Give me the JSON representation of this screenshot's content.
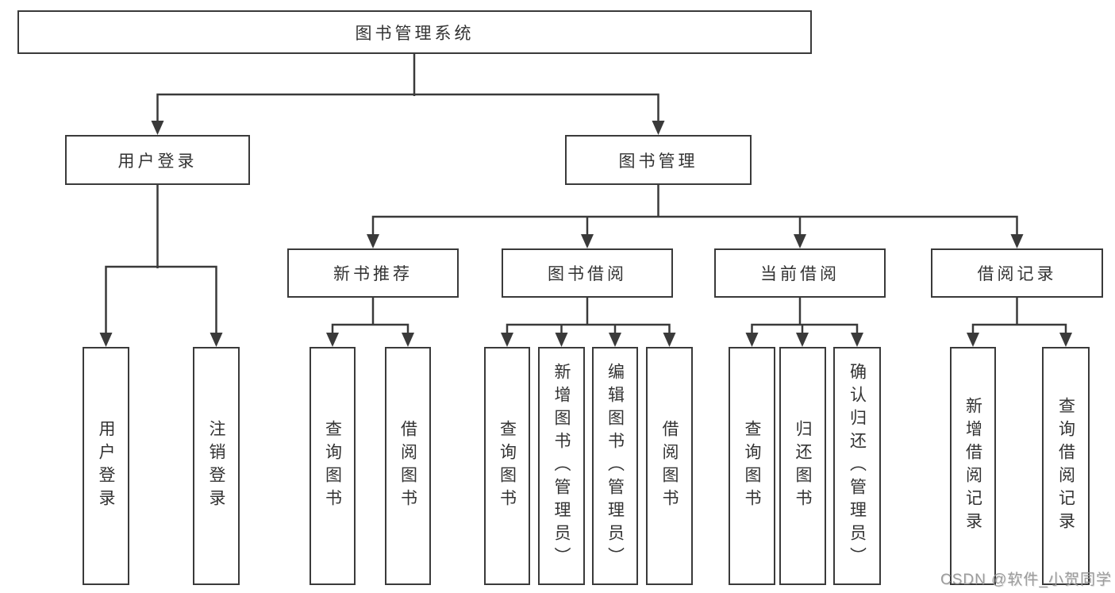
{
  "diagram_type": "hierarchy-tree",
  "colors": {
    "line": "#3a3a3a",
    "box_border": "#3a3a3a",
    "box_fill": "#ffffff",
    "text": "#333333",
    "watermark": "#9c9c9c",
    "background": "#ffffff"
  },
  "watermark": {
    "text": "CSDN @软件_小贺同学"
  },
  "tree": {
    "label": "图书管理系统",
    "children": [
      {
        "label": "用户登录",
        "children": [
          {
            "label": "用户登录"
          },
          {
            "label": "注销登录"
          }
        ]
      },
      {
        "label": "图书管理",
        "children": [
          {
            "label": "新书推荐",
            "children": [
              {
                "label": "查询图书"
              },
              {
                "label": "借阅图书"
              }
            ]
          },
          {
            "label": "图书借阅",
            "children": [
              {
                "label": "查询图书"
              },
              {
                "label": "新增图书（管理员）"
              },
              {
                "label": "编辑图书（管理员）"
              },
              {
                "label": "借阅图书"
              }
            ]
          },
          {
            "label": "当前借阅",
            "children": [
              {
                "label": "查询图书"
              },
              {
                "label": "归还图书"
              },
              {
                "label": "确认归还（管理员）"
              }
            ]
          },
          {
            "label": "借阅记录",
            "children": [
              {
                "label": "新增借阅记录"
              },
              {
                "label": "查询借阅记录"
              }
            ]
          }
        ]
      }
    ]
  }
}
